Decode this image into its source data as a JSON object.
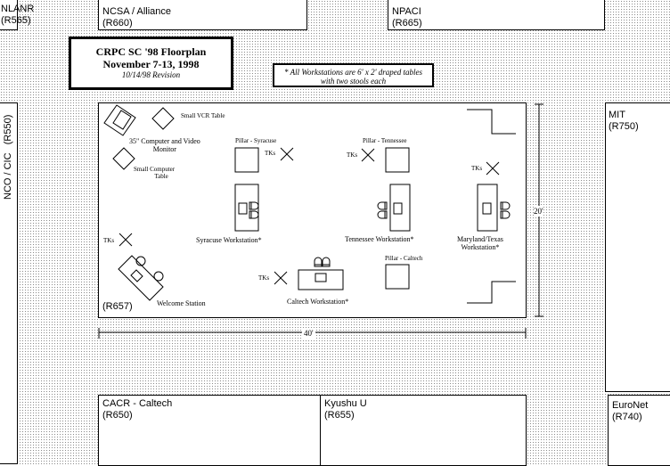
{
  "title_block": {
    "line1": "CRPC SC '98 Floorplan",
    "line2": "November 7-13, 1998",
    "line3": "10/14/98 Revision"
  },
  "note": {
    "line1": "* All Workstations are 6' x 2' draped tables",
    "line2": "with two stools each"
  },
  "booths": {
    "nlanr": {
      "name": "NLANR",
      "room": "(R565)"
    },
    "ncsa": {
      "name": "NCSA / Alliance",
      "room": "(R660)"
    },
    "npaci": {
      "name": "NPACI",
      "room": "(R665)"
    },
    "noc": {
      "name": "NCO / CIC",
      "room": "(R550)"
    },
    "mit": {
      "name": "MIT",
      "room": "(R750)"
    },
    "cacr": {
      "name": "CACR - Caltech",
      "room": "(R650)"
    },
    "kyushu": {
      "name": "Kyushu U",
      "room": "(R655)"
    },
    "euronet": {
      "name": "EuroNet",
      "room": "(R740)"
    }
  },
  "floor": {
    "room": "(R657)",
    "width_label": "40'",
    "height_label": "20'",
    "items": {
      "small_vcr": "Small VCR Table",
      "computer_video_1": "35\" Computer and Video",
      "computer_video_2": "Monitor",
      "small_computer_1": "Small Computer",
      "small_computer_2": "Table",
      "pillar_syracuse": "Pillar - Syracuse",
      "pillar_tennessee": "Pillar - Tennessee",
      "pillar_caltech": "Pillar - Caltech",
      "syracuse_ws": "Syracuse  Workstation*",
      "tennessee_ws": "Tennessee  Workstation*",
      "maryland_ws_1": "Maryland/Texas",
      "maryland_ws_2": "Workstation*",
      "caltech_ws": "Caltech  Workstation*",
      "welcome": "Welcome  Station",
      "tks": "TKs"
    }
  }
}
